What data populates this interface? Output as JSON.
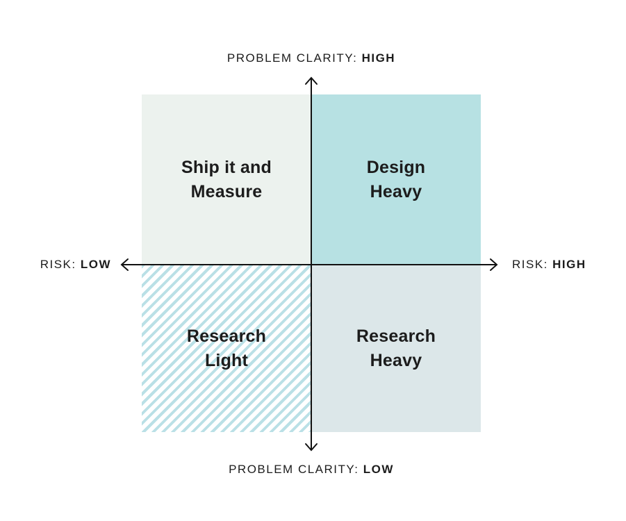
{
  "diagram": {
    "type": "quadrant-matrix",
    "x_axis": {
      "name": "RISK",
      "low_end": "left",
      "high_end": "right"
    },
    "y_axis": {
      "name": "PROBLEM CLARITY",
      "low_end": "bottom",
      "high_end": "top"
    }
  },
  "axis_labels": {
    "top": {
      "prefix": "PROBLEM CLARITY:",
      "value": "HIGH"
    },
    "bottom": {
      "prefix": "PROBLEM CLARITY:",
      "value": "LOW"
    },
    "left": {
      "prefix": "RISK:",
      "value": "LOW"
    },
    "right": {
      "prefix": "RISK:",
      "value": "HIGH"
    }
  },
  "quadrants": [
    {
      "position": "top-left",
      "lines": [
        "Ship it and",
        "Measure"
      ],
      "fill": "#ecf2ee",
      "pattern": "solid"
    },
    {
      "position": "top-right",
      "lines": [
        "Design",
        "Heavy"
      ],
      "fill": "#b7e1e3",
      "pattern": "solid"
    },
    {
      "position": "bottom-left",
      "lines": [
        "Research",
        "Light"
      ],
      "fill": "#ffffff",
      "pattern": "diagonal-hatch",
      "stripe_color": "#bae0e6"
    },
    {
      "position": "bottom-right",
      "lines": [
        "Research",
        "Heavy"
      ],
      "fill": "#dce7e9",
      "pattern": "solid"
    }
  ],
  "colors": {
    "axis_color": "#111111",
    "text_color": "#1c1c1c",
    "background": "#ffffff"
  }
}
